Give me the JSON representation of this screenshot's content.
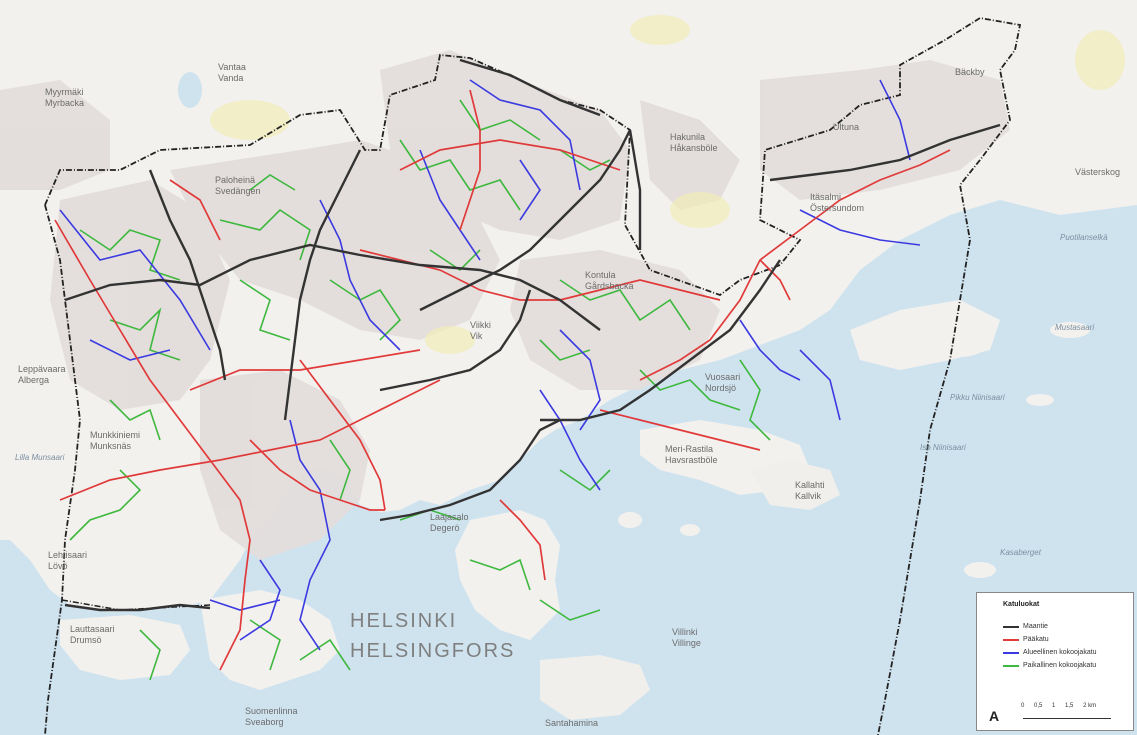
{
  "labels": {
    "city_fi": "HELSINKI",
    "city_sv": "HELSINGFORS",
    "places": [
      {
        "id": "myyrmaki",
        "l1": "Myyrmäki",
        "l2": "Myrbacka"
      },
      {
        "id": "vantaa",
        "l1": "Vantaa",
        "l2": "Vanda"
      },
      {
        "id": "pakila",
        "l1": "Paloheinä",
        "l2": "Svedängen"
      },
      {
        "id": "hakunila",
        "l1": "Hakunila",
        "l2": "Håkansböle"
      },
      {
        "id": "hyby",
        "l1": "Itäsalmi",
        "l2": "Östersundom"
      },
      {
        "id": "vasterskog",
        "l1": "Västerskog",
        "l2": ""
      },
      {
        "id": "backby",
        "l1": "Bäckby",
        "l2": ""
      },
      {
        "id": "kontula",
        "l1": "Kontula",
        "l2": "Gårdsbacka"
      },
      {
        "id": "viikki",
        "l1": "Viikki",
        "l2": "Vik"
      },
      {
        "id": "vuosaari",
        "l1": "Vuosaari",
        "l2": "Nordsjö"
      },
      {
        "id": "mellunmaki",
        "l1": "Meri-Rastila",
        "l2": "Havsrastböle"
      },
      {
        "id": "munkkiniemi",
        "l1": "Munkkiniemi",
        "l2": "Munksnäs"
      },
      {
        "id": "lauttasaari",
        "l1": "Lauttasaari",
        "l2": "Drumsö"
      },
      {
        "id": "laajasalo",
        "l1": "Laajasalo",
        "l2": "Degerö"
      },
      {
        "id": "kalkki",
        "l1": "Kallahti",
        "l2": "Kallvik"
      },
      {
        "id": "villinki",
        "l1": "Villinki",
        "l2": "Villinge"
      },
      {
        "id": "santahamina",
        "l1": "Santahamina",
        "l2": ""
      },
      {
        "id": "suomenlinna",
        "l1": "Suomenlinna",
        "l2": "Sveaborg"
      },
      {
        "id": "leppavaara",
        "l1": "Leppävaara",
        "l2": "Alberga"
      },
      {
        "id": "lehtisaari",
        "l1": "Lehtisaari",
        "l2": "Lövö"
      },
      {
        "id": "itasalmi",
        "l1": "Ultuna",
        "l2": ""
      }
    ],
    "waters": [
      {
        "id": "w1",
        "text": "Puotilanselkä"
      },
      {
        "id": "w2",
        "text": "Pikku Niinisaari"
      },
      {
        "id": "w3",
        "text": "Iso Niinisaari"
      },
      {
        "id": "w4",
        "text": "Kasaberget"
      },
      {
        "id": "w5",
        "text": "Lilla Munsaari"
      },
      {
        "id": "w6",
        "text": "Mustasaari"
      }
    ]
  },
  "legend": {
    "title": "Katuluokat",
    "items": [
      {
        "label": "Maantie",
        "color": "#333333"
      },
      {
        "label": "Pääkatu",
        "color": "#e03a3a"
      },
      {
        "label": "Alueellinen kokoojakatu",
        "color": "#3a3ae0"
      },
      {
        "label": "Paikallinen kokoojakatu",
        "color": "#3fb83f"
      }
    ],
    "north": "A",
    "scale": [
      "0",
      "0,5",
      "1",
      "1,5",
      "2 km"
    ]
  },
  "colors": {
    "water": "#cfe3ef",
    "land": "#f4f2ef",
    "urban": "#e3dedb",
    "maantie": "#333333",
    "paakatu": "#e03a3a",
    "alueellinen": "#3a3ae0",
    "paikallinen": "#3fb83f"
  }
}
